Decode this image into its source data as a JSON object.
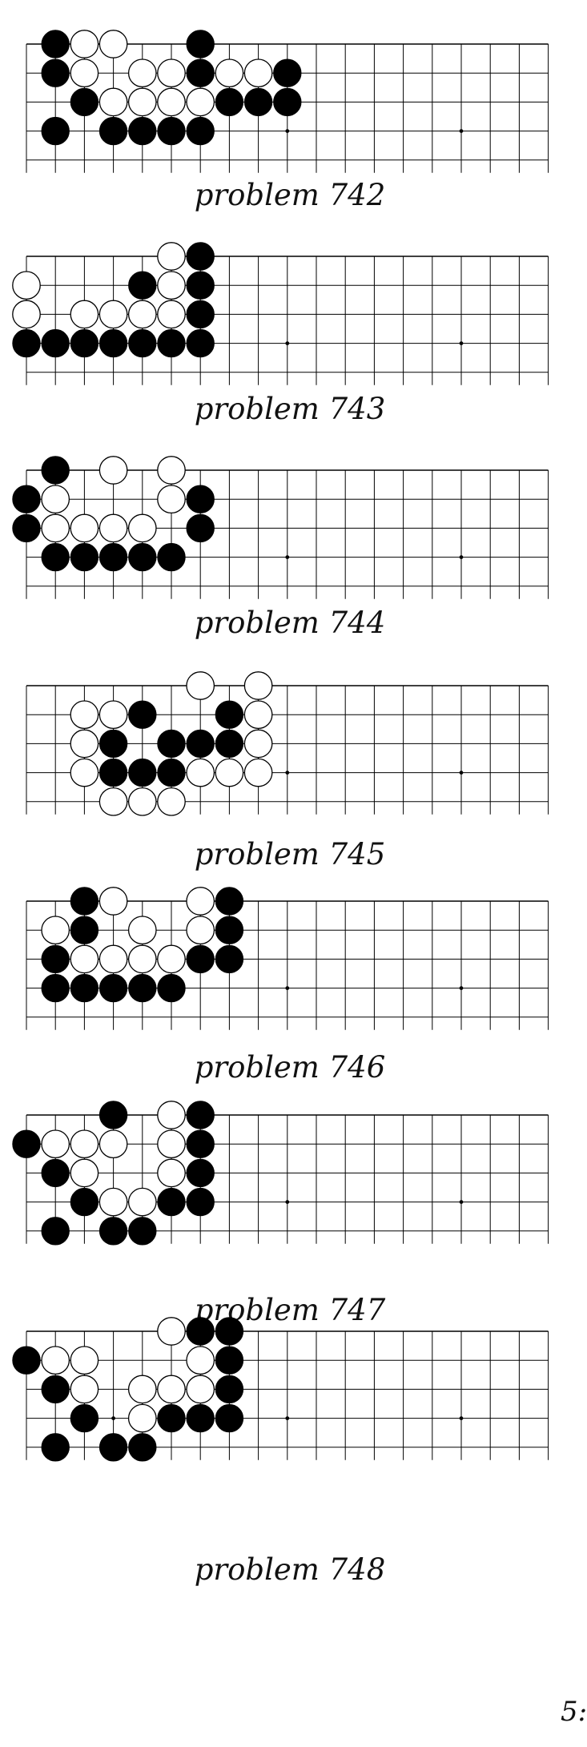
{
  "page": {
    "number_fragment": "5:"
  },
  "colors": {
    "black_stone": "#000000",
    "white_stone": "#ffffff",
    "grid_line": "#000000",
    "background": "#ffffff"
  },
  "board": {
    "columns": 19,
    "rows_shown": 5,
    "edge": "top",
    "hoshi": [
      [
        3,
        9
      ],
      [
        3,
        15
      ]
    ]
  },
  "problems": [
    {
      "caption": "problem 742",
      "black": [
        [
          0,
          1
        ],
        [
          0,
          6
        ],
        [
          1,
          1
        ],
        [
          1,
          6
        ],
        [
          1,
          9
        ],
        [
          2,
          2
        ],
        [
          2,
          7
        ],
        [
          2,
          8
        ],
        [
          2,
          9
        ],
        [
          3,
          1
        ],
        [
          3,
          3
        ],
        [
          3,
          4
        ],
        [
          3,
          5
        ],
        [
          3,
          6
        ]
      ],
      "white": [
        [
          0,
          2
        ],
        [
          0,
          3
        ],
        [
          1,
          2
        ],
        [
          1,
          4
        ],
        [
          1,
          5
        ],
        [
          1,
          7
        ],
        [
          1,
          8
        ],
        [
          2,
          3
        ],
        [
          2,
          4
        ],
        [
          2,
          5
        ],
        [
          2,
          6
        ]
      ],
      "extra_hoshi": []
    },
    {
      "caption": "problem 743",
      "black": [
        [
          0,
          6
        ],
        [
          1,
          4
        ],
        [
          1,
          6
        ],
        [
          2,
          6
        ],
        [
          3,
          0
        ],
        [
          3,
          1
        ],
        [
          3,
          2
        ],
        [
          3,
          3
        ],
        [
          3,
          4
        ],
        [
          3,
          5
        ],
        [
          3,
          6
        ]
      ],
      "white": [
        [
          0,
          5
        ],
        [
          1,
          0
        ],
        [
          1,
          5
        ],
        [
          2,
          0
        ],
        [
          2,
          2
        ],
        [
          2,
          3
        ],
        [
          2,
          4
        ],
        [
          2,
          5
        ]
      ],
      "extra_hoshi": []
    },
    {
      "caption": "problem 744",
      "black": [
        [
          0,
          1
        ],
        [
          1,
          0
        ],
        [
          1,
          6
        ],
        [
          2,
          0
        ],
        [
          2,
          6
        ],
        [
          3,
          1
        ],
        [
          3,
          2
        ],
        [
          3,
          3
        ],
        [
          3,
          4
        ],
        [
          3,
          5
        ]
      ],
      "white": [
        [
          0,
          3
        ],
        [
          0,
          5
        ],
        [
          1,
          1
        ],
        [
          1,
          5
        ],
        [
          2,
          1
        ],
        [
          2,
          2
        ],
        [
          2,
          3
        ],
        [
          2,
          4
        ]
      ],
      "extra_hoshi": []
    },
    {
      "caption": "problem 745",
      "black": [
        [
          1,
          4
        ],
        [
          1,
          7
        ],
        [
          2,
          3
        ],
        [
          2,
          5
        ],
        [
          2,
          6
        ],
        [
          2,
          7
        ],
        [
          3,
          3
        ],
        [
          3,
          4
        ],
        [
          3,
          5
        ]
      ],
      "white": [
        [
          0,
          6
        ],
        [
          0,
          8
        ],
        [
          1,
          2
        ],
        [
          1,
          3
        ],
        [
          1,
          8
        ],
        [
          2,
          2
        ],
        [
          2,
          8
        ],
        [
          3,
          2
        ],
        [
          3,
          6
        ],
        [
          3,
          7
        ],
        [
          3,
          8
        ],
        [
          4,
          3
        ],
        [
          4,
          4
        ],
        [
          4,
          5
        ]
      ],
      "extra_hoshi": []
    },
    {
      "caption": "problem 746",
      "black": [
        [
          0,
          2
        ],
        [
          0,
          7
        ],
        [
          1,
          2
        ],
        [
          1,
          7
        ],
        [
          2,
          1
        ],
        [
          2,
          6
        ],
        [
          2,
          7
        ],
        [
          3,
          1
        ],
        [
          3,
          2
        ],
        [
          3,
          3
        ],
        [
          3,
          4
        ],
        [
          3,
          5
        ]
      ],
      "white": [
        [
          0,
          3
        ],
        [
          0,
          6
        ],
        [
          1,
          1
        ],
        [
          1,
          4
        ],
        [
          1,
          6
        ],
        [
          2,
          2
        ],
        [
          2,
          3
        ],
        [
          2,
          4
        ],
        [
          2,
          5
        ]
      ],
      "extra_hoshi": []
    },
    {
      "caption": "problem 747",
      "black": [
        [
          0,
          3
        ],
        [
          0,
          6
        ],
        [
          1,
          0
        ],
        [
          1,
          6
        ],
        [
          2,
          1
        ],
        [
          2,
          6
        ],
        [
          3,
          2
        ],
        [
          3,
          5
        ],
        [
          3,
          6
        ],
        [
          4,
          1
        ],
        [
          4,
          3
        ],
        [
          4,
          4
        ]
      ],
      "white": [
        [
          0,
          5
        ],
        [
          1,
          1
        ],
        [
          1,
          2
        ],
        [
          1,
          3
        ],
        [
          1,
          5
        ],
        [
          2,
          2
        ],
        [
          2,
          5
        ],
        [
          3,
          3
        ],
        [
          3,
          4
        ]
      ],
      "extra_hoshi": []
    },
    {
      "caption": "problem 748",
      "black": [
        [
          0,
          6
        ],
        [
          0,
          7
        ],
        [
          1,
          0
        ],
        [
          1,
          7
        ],
        [
          2,
          1
        ],
        [
          2,
          7
        ],
        [
          3,
          2
        ],
        [
          3,
          5
        ],
        [
          3,
          6
        ],
        [
          3,
          7
        ],
        [
          4,
          1
        ],
        [
          4,
          3
        ],
        [
          4,
          4
        ]
      ],
      "white": [
        [
          0,
          5
        ],
        [
          1,
          1
        ],
        [
          1,
          2
        ],
        [
          1,
          6
        ],
        [
          2,
          2
        ],
        [
          2,
          4
        ],
        [
          2,
          5
        ],
        [
          2,
          6
        ],
        [
          3,
          4
        ]
      ],
      "extra_hoshi": [
        [
          3,
          3
        ]
      ]
    }
  ]
}
